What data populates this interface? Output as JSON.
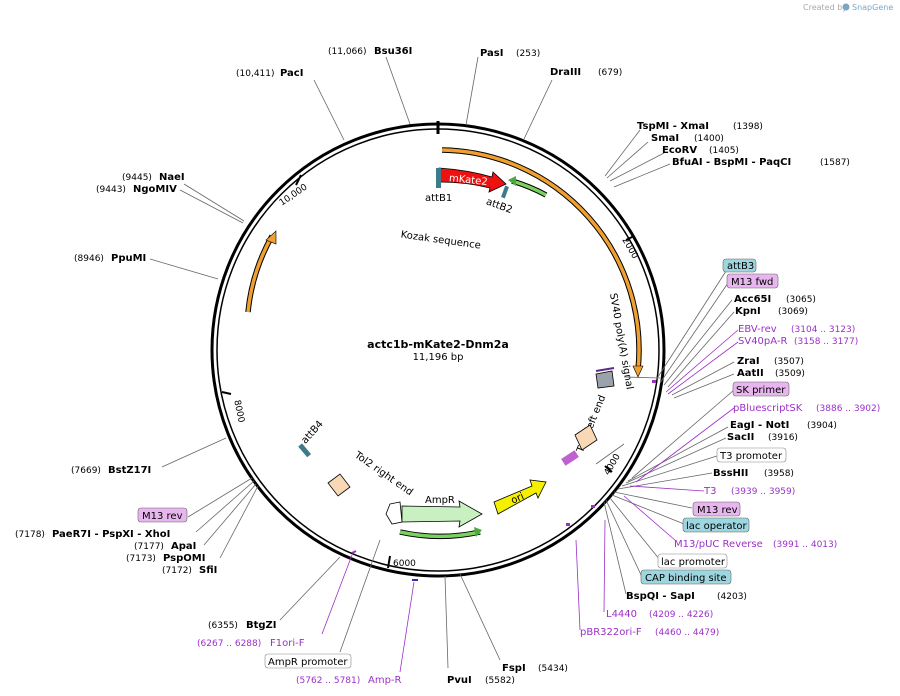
{
  "credit": {
    "prefix": "Created by",
    "brand": "SnapGene"
  },
  "plasmid": {
    "name": "actc1b-mKate2-Dnm2a",
    "size": "11,196 bp"
  },
  "ticks": [
    "2000",
    "4000",
    "6000",
    "8000",
    "10,000"
  ],
  "features": {
    "mKate2": "mKate2",
    "AmpR": "AmpR",
    "ori": "ori",
    "attB1": "attB1",
    "attB2": "attB2",
    "attB4": "attB4",
    "kozak": "Kozak sequence",
    "sv40": "SV40 poly(A) signal",
    "tol2left": "Tol2 left end",
    "tol2right": "Tol2 right end"
  },
  "top_sites": [
    {
      "name": "Bsu36I",
      "pos": "(11,066)"
    },
    {
      "name": "PasI",
      "pos": "(253)"
    },
    {
      "name": "PacI",
      "pos": "(10,411)"
    },
    {
      "name": "DraIII",
      "pos": "(679)"
    },
    {
      "name": "TspMI - XmaI",
      "pos": "(1398)"
    },
    {
      "name": "SmaI",
      "pos": "(1400)"
    },
    {
      "name": "EcoRV",
      "pos": "(1405)"
    },
    {
      "name": "BfuAI - BspMI - PaqCI",
      "pos": "(1587)"
    }
  ],
  "left_sites": [
    {
      "name": "NaeI",
      "pos": "(9445)"
    },
    {
      "name": "NgoMIV",
      "pos": "(9443)"
    },
    {
      "name": "PpuMI",
      "pos": "(8946)"
    },
    {
      "name": "BstZ17I",
      "pos": "(7669)"
    },
    {
      "name": "PaeR7I - PspXI - XhoI",
      "pos": "(7178)"
    },
    {
      "name": "ApaI",
      "pos": "(7177)"
    },
    {
      "name": "PspOMI",
      "pos": "(7173)"
    },
    {
      "name": "SfiI",
      "pos": "(7172)"
    },
    {
      "name": "BtgZI",
      "pos": "(6355)"
    }
  ],
  "right_sites": [
    {
      "name": "Acc65I",
      "pos": "(3065)"
    },
    {
      "name": "KpnI",
      "pos": "(3069)"
    },
    {
      "name": "ZraI",
      "pos": "(3507)"
    },
    {
      "name": "AatII",
      "pos": "(3509)"
    },
    {
      "name": "EagI - NotI",
      "pos": "(3904)"
    },
    {
      "name": "SacII",
      "pos": "(3916)"
    },
    {
      "name": "BssHII",
      "pos": "(3958)"
    },
    {
      "name": "BspQI - SapI",
      "pos": "(4203)"
    }
  ],
  "bottom_sites": [
    {
      "name": "FspI",
      "pos": "(5434)"
    },
    {
      "name": "PvuI",
      "pos": "(5582)"
    }
  ],
  "primers": [
    {
      "name": "EBV-rev",
      "pos": "(3104 .. 3123)"
    },
    {
      "name": "SV40pA-R",
      "pos": "(3158 .. 3177)"
    },
    {
      "name": "pBluescriptSK",
      "pos": "(3886 .. 3902)"
    },
    {
      "name": "T3",
      "pos": "(3939 .. 3959)"
    },
    {
      "name": "M13/pUC Reverse",
      "pos": "(3991 .. 4013)"
    },
    {
      "name": "L4440",
      "pos": "(4209 .. 4226)"
    },
    {
      "name": "pBR322ori-F",
      "pos": "(4460 .. 4479)"
    },
    {
      "name": "F1ori-F",
      "pos": "(6267 .. 6288)"
    },
    {
      "name": "Amp-R",
      "pos": "(5762 .. 5781)"
    }
  ],
  "boxes": {
    "attB3": "attB3",
    "m13fwd": "M13 fwd",
    "skprimer": "SK primer",
    "t3promoter": "T3 promoter",
    "m13rev_right": "M13 rev",
    "lacop": "lac operator",
    "lacpromoter": "lac promoter",
    "cap": "CAP binding site",
    "m13rev_left": "M13 rev",
    "amprpromoter": "AmpR promoter"
  },
  "colors": {
    "mKate2": "#ee1111",
    "AmpR": "#c8f0c0",
    "ori": "#f5f000",
    "orange": "#f0a030",
    "green": "#4caa3c",
    "primer": "#9b30c8",
    "box_blue": "#9ed6e0",
    "box_pink": "#e8b6ee"
  }
}
